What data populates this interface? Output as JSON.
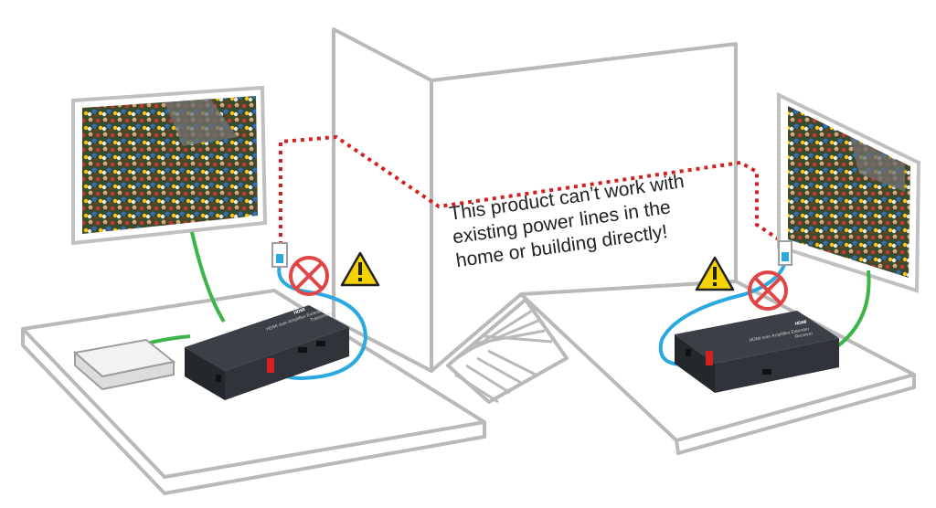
{
  "notice": {
    "lines": [
      "This product can’t work with",
      "existing power lines in the",
      "home or building directly!"
    ]
  },
  "transmitter": {
    "brand": "HDMI",
    "model": "HDMI over Ampliflex Extender",
    "role": "Transmitter"
  },
  "receiver": {
    "brand": "HDMI",
    "model": "HDMI over Ampliflex Extender",
    "role": "Receiver"
  },
  "colors": {
    "wall_outline": "#b9b9b9",
    "hdmi_cable": "#3cb44a",
    "power_cable": "#29a9e0",
    "power_line": "#d42020",
    "prohibited": "#e04646",
    "warning_fill": "#f4d300",
    "device_body": "#30343a"
  },
  "icons": [
    "warning-icon",
    "prohibited-icon",
    "power-outlet-icon",
    "tv-icon",
    "source-box-icon"
  ]
}
